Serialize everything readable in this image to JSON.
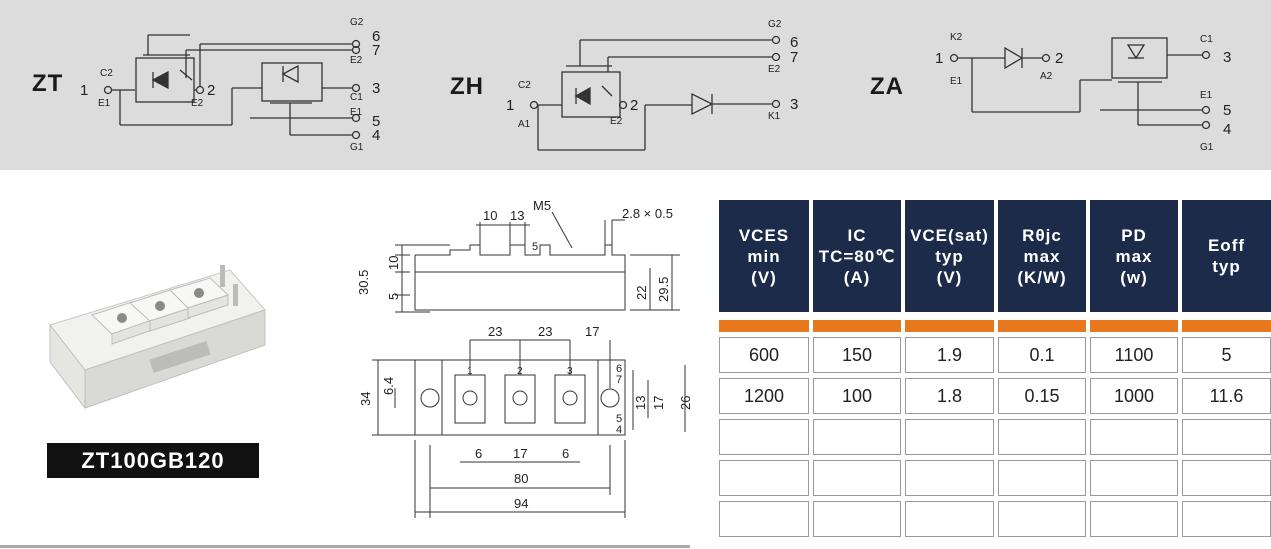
{
  "schematics": [
    {
      "code": "ZT",
      "labels": {
        "p1": "1",
        "p2": "2",
        "p3": "3",
        "p4": "4",
        "p5": "5",
        "p6": "6",
        "p7": "7",
        "c2": "C2",
        "e1": "E1",
        "e2a": "E2",
        "g2": "G2",
        "e2b": "E2",
        "c1": "C1",
        "e1b": "E1",
        "g1": "G1"
      }
    },
    {
      "code": "ZH",
      "labels": {
        "p1": "1",
        "p2": "2",
        "p3": "3",
        "p6": "6",
        "p7": "7",
        "c2": "C2",
        "a1": "A1",
        "e2a": "E2",
        "g2": "G2",
        "e2b": "E2",
        "k1": "K1"
      }
    },
    {
      "code": "ZA",
      "labels": {
        "p1": "1",
        "p2": "2",
        "p3": "3",
        "p4": "4",
        "p5": "5",
        "k2": "K2",
        "e1": "E1",
        "a2": "A2",
        "c1": "C1",
        "e1b": "E1",
        "g1": "G1"
      }
    }
  ],
  "product": {
    "model": "ZT100GB120"
  },
  "drawing": {
    "top_dims": {
      "d10": "10",
      "d13": "13",
      "m5": "M5",
      "pin": "2.8 × 0.5",
      "d30_5": "30.5",
      "d10v": "10",
      "d5": "5",
      "d5b": "5",
      "d22": "22",
      "d29_5": "29.5"
    },
    "plan_dims": {
      "d23a": "23",
      "d23b": "23",
      "d17": "17",
      "d6_4": "6.4",
      "d34": "34",
      "t1": "1",
      "t2": "2",
      "t3": "3",
      "d6r": "6",
      "d7r": "7",
      "d13r": "13",
      "d17r": "17",
      "d26r": "26",
      "d5r": "5",
      "d4r": "4",
      "d6a": "6",
      "d17b": "17",
      "d6b": "6",
      "d80": "80",
      "d94": "94"
    }
  },
  "spec_table": {
    "headers": [
      "VCES\nmin\n(V)",
      "IC\nTC=80℃\n(A)",
      "VCE(sat)\ntyp\n(V)",
      "Rθjc\nmax\n(K/W)",
      "PD\nmax\n(w)",
      "Eoff\ntyp"
    ],
    "rows": [
      [
        "600",
        "150",
        "1.9",
        "0.1",
        "1100",
        "5"
      ],
      [
        "1200",
        "100",
        "1.8",
        "0.15",
        "1000",
        "11.6"
      ],
      [
        "",
        "",
        "",
        "",
        "",
        ""
      ],
      [
        "",
        "",
        "",
        "",
        "",
        ""
      ],
      [
        "",
        "",
        "",
        "",
        "",
        ""
      ]
    ]
  },
  "colors": {
    "header_bg": "#1c2b4a",
    "accent": "#e8781e",
    "band": "#dcdcdc"
  }
}
